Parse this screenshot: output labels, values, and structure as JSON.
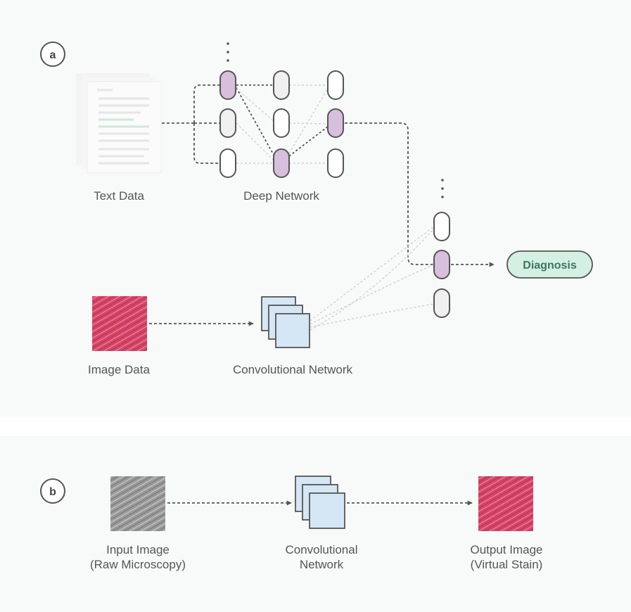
{
  "panel_a": {
    "badge": "a",
    "text_data_label": "Text Data",
    "deep_network_label": "Deep Network",
    "image_data_label": "Image Data",
    "conv_network_label": "Convolutional Network",
    "output_label": "Diagnosis"
  },
  "panel_b": {
    "badge": "b",
    "input_label_line1": "Input Image",
    "input_label_line2": "(Raw Microscopy)",
    "conv_label_line1": "Convolutional",
    "conv_label_line2": "Network",
    "output_label_line1": "Output Image",
    "output_label_line2": "(Virtual Stain)"
  },
  "colors": {
    "panel_bg": "#f8f9f9",
    "node_active": "#d8bfdc",
    "node_inactive": "#f0f0f0",
    "conv_fill": "#d5e6f5",
    "diagnosis_fill": "#d3f0e3",
    "tissue_stained": "#d64669",
    "tissue_raw": "#9a9a9a"
  }
}
